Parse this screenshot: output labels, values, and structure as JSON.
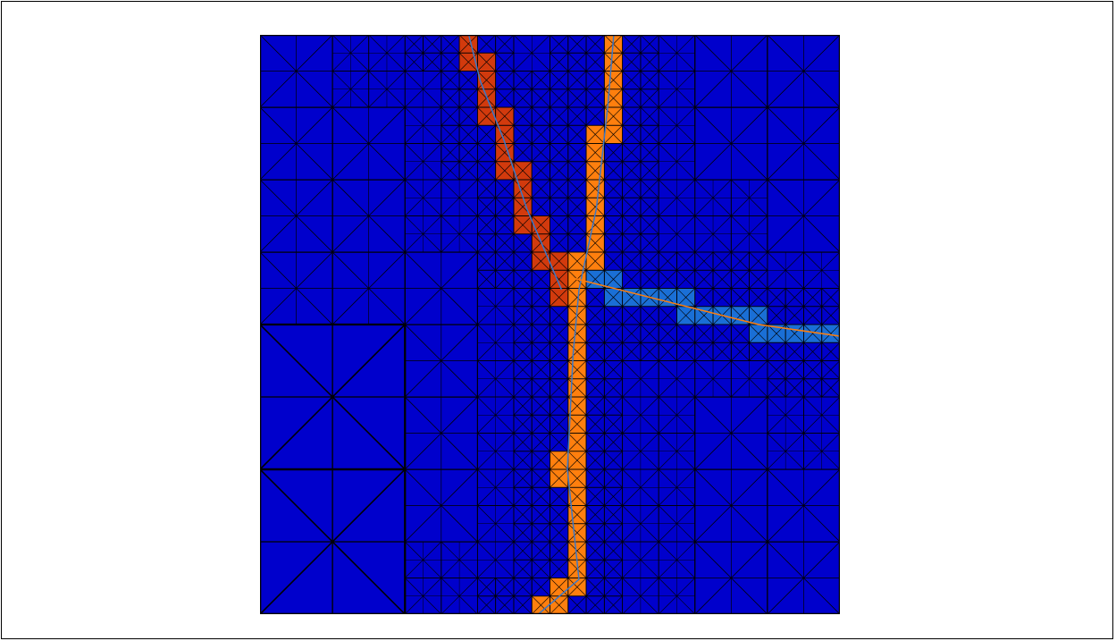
{
  "figure": {
    "background_color": "#0000cc",
    "edge_color": "#000000",
    "border_color": "#000000"
  },
  "regions": [
    {
      "name": "left-crack-cells",
      "color": "#d23a0d"
    },
    {
      "name": "main-crack-cells",
      "color": "#ff7f0e"
    },
    {
      "name": "branch-crack-cells",
      "color": "#1a6fd6"
    }
  ],
  "crack_paths": [
    {
      "name": "left-crack-path",
      "color": "#3b78c5"
    },
    {
      "name": "main-crack-path",
      "color": "#3b78c5"
    },
    {
      "name": "branch-crack-path",
      "color": "#ff7f0e"
    }
  ]
}
